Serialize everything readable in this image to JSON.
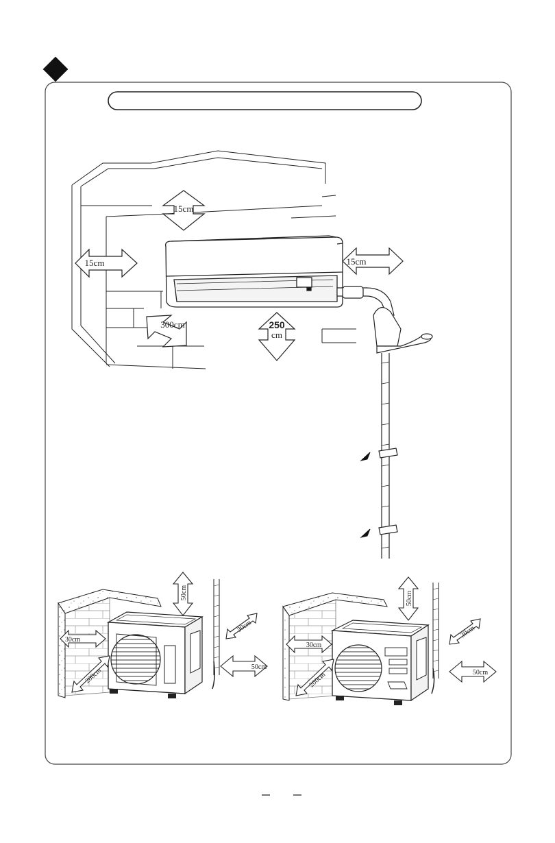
{
  "section": {
    "marker": "diamond-bullet",
    "title_bar_text": ""
  },
  "indoor_clearances": {
    "top": "15cm",
    "left": "15cm",
    "right": "15cm",
    "floor_value": "250",
    "floor_unit": "cm",
    "diagonal": "300cm"
  },
  "outdoor_unit_left": {
    "top": "50cm",
    "back": "30cm",
    "front": "200cm",
    "right_back": "30cm",
    "right": "50cm"
  },
  "outdoor_unit_right": {
    "top": "50cm",
    "back": "30cm",
    "front": "200cm",
    "right_back": "30cm",
    "right": "50cm"
  },
  "colors": {
    "line": "#222222",
    "frame": "#444444",
    "background": "#ffffff"
  }
}
